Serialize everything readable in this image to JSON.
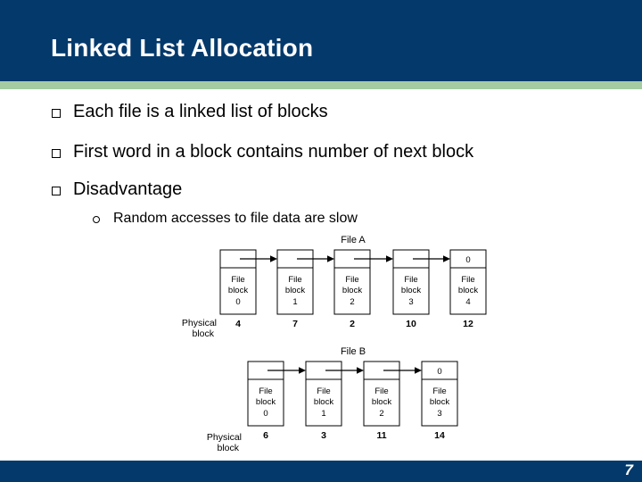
{
  "slide": {
    "title": "Linked List Allocation",
    "page_number": "7",
    "colors": {
      "navy": "#04396B",
      "accent_green": "#A5CBA2",
      "text": "#000000"
    }
  },
  "bullets": [
    {
      "level": 1,
      "text": "Each file is a linked list of blocks"
    },
    {
      "level": 1,
      "text": "First word in a block contains number of next block"
    },
    {
      "level": 1,
      "text": "Disadvantage"
    },
    {
      "level": 2,
      "text": "Random accesses to file data are slow"
    }
  ],
  "diagram": {
    "files": [
      {
        "label": "File A",
        "cell_word_lines": [
          "File",
          "block"
        ],
        "blocks": [
          {
            "index": "0",
            "next": "arrow"
          },
          {
            "index": "1",
            "next": "arrow"
          },
          {
            "index": "2",
            "next": "arrow"
          },
          {
            "index": "3",
            "next": "arrow"
          },
          {
            "index": "4",
            "next": "0"
          }
        ],
        "physical_label_lines": [
          "Physical",
          "block"
        ],
        "physical_numbers": [
          "4",
          "7",
          "2",
          "10",
          "12"
        ]
      },
      {
        "label": "File B",
        "cell_word_lines": [
          "File",
          "block"
        ],
        "blocks": [
          {
            "index": "0",
            "next": "arrow"
          },
          {
            "index": "1",
            "next": "arrow"
          },
          {
            "index": "2",
            "next": "arrow"
          },
          {
            "index": "3",
            "next": "0"
          }
        ],
        "physical_label_lines": [
          "Physical",
          "block"
        ],
        "physical_numbers": [
          "6",
          "3",
          "11",
          "14"
        ]
      }
    ]
  }
}
